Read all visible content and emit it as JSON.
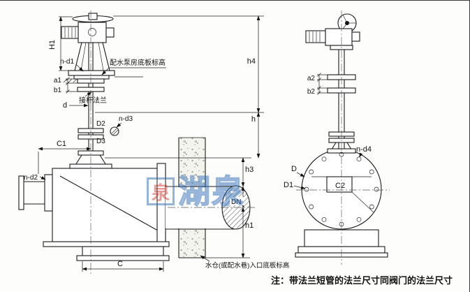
{
  "drawing": {
    "watermark": {
      "logo_char": "泉",
      "brand": "湖泉"
    },
    "note": "注：带法兰短管的法兰尺寸同阀门的法兰尺寸",
    "left": {
      "H1": "H1",
      "n_d1": "n-d1",
      "pump_house_floor": "配水泵房底板标高",
      "a1": "a1",
      "b1": "b1",
      "rod_flange": "接杆法兰",
      "d": "d",
      "D2": "D2",
      "n_d3": "n-d3",
      "D3": "D3",
      "C1": "C1",
      "n_d2": "n-d2",
      "C": "C",
      "h4": "h4",
      "h": "h",
      "h3": "h3",
      "DN": "DN",
      "h1": "h1",
      "sump_floor": "水仓(或配水巷)入口底板标高"
    },
    "right": {
      "a2": "a2",
      "b2": "b2",
      "n_d4": "n-d4",
      "D": "D",
      "D1": "D1",
      "C2": "C2"
    }
  }
}
